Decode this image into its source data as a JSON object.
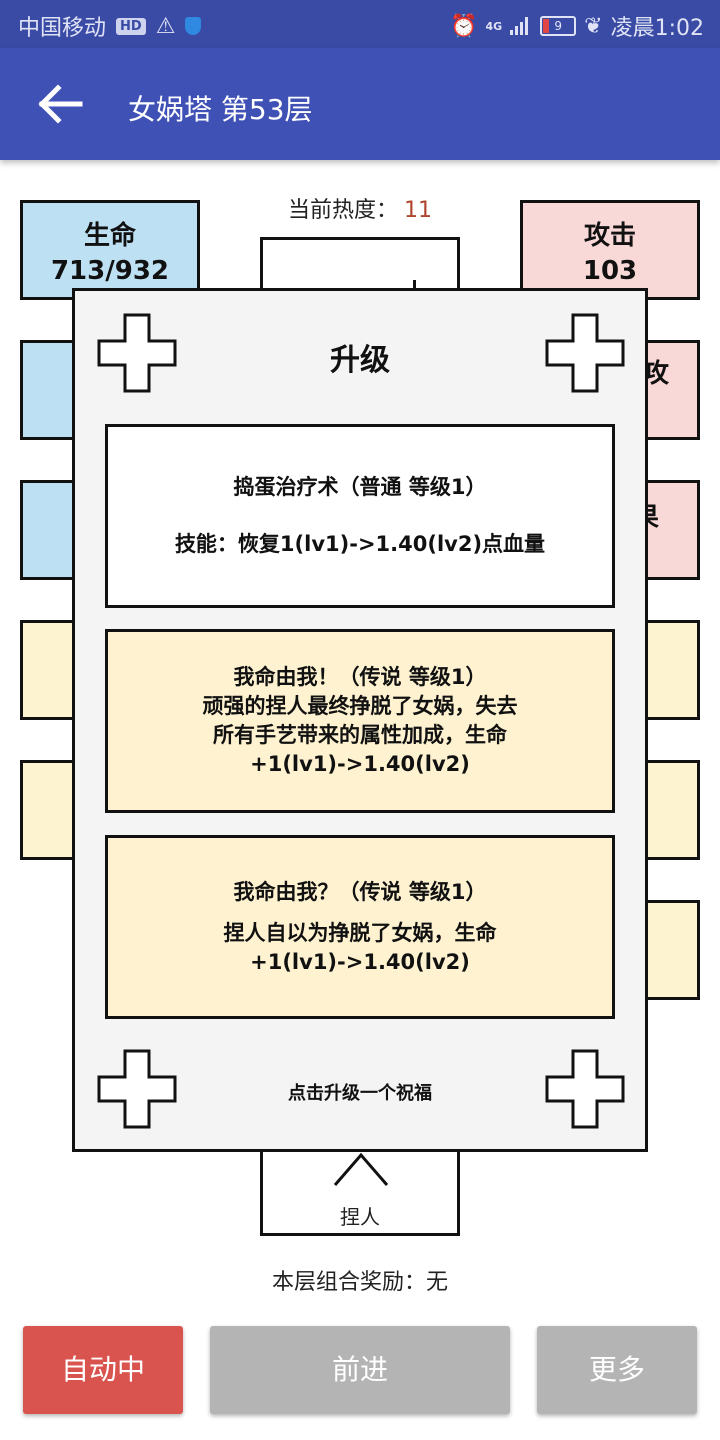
{
  "statusbar": {
    "carrier": "中国移动",
    "hd_badge": "HD",
    "network": "4G",
    "battery": "9",
    "time": "凌晨1:02"
  },
  "appbar": {
    "title": "女娲塔 第53层"
  },
  "heat": {
    "label": "当前热度：",
    "value": "11"
  },
  "stats": {
    "life_label": "生命",
    "life_value": "713/932",
    "attack_label": "攻击",
    "attack_value": "103",
    "right_partial_1": "攻",
    "right_partial_2": "果"
  },
  "board": {
    "center_bottom_label": "捏人"
  },
  "dialog": {
    "title": "升级",
    "cards": [
      {
        "lines": [
          "捣蛋治疗术（普通 等级1）",
          "",
          "技能：恢复1(lv1)->1.40(lv2)点血量"
        ]
      },
      {
        "lines": [
          "我命由我！（传说 等级1）",
          "顽强的捏人最终挣脱了女娲，失去",
          "所有手艺带来的属性加成，生命",
          "+1(lv1)->1.40(lv2)"
        ]
      },
      {
        "lines": [
          "我命由我？（传说 等级1）",
          "",
          "捏人自以为挣脱了女娲，生命",
          "+1(lv1)->1.40(lv2)"
        ]
      }
    ],
    "hint": "点击升级一个祝福"
  },
  "combo": {
    "text": "本层组合奖励：无"
  },
  "buttons": {
    "auto": "自动中",
    "forward": "前进",
    "more": "更多"
  },
  "colors": {
    "appbar": "#3f51b5",
    "statusbar": "#3a4ba6",
    "auto_button": "#d9534f",
    "disabled_button": "#b4b4b4",
    "heat_value": "#b0452e"
  }
}
